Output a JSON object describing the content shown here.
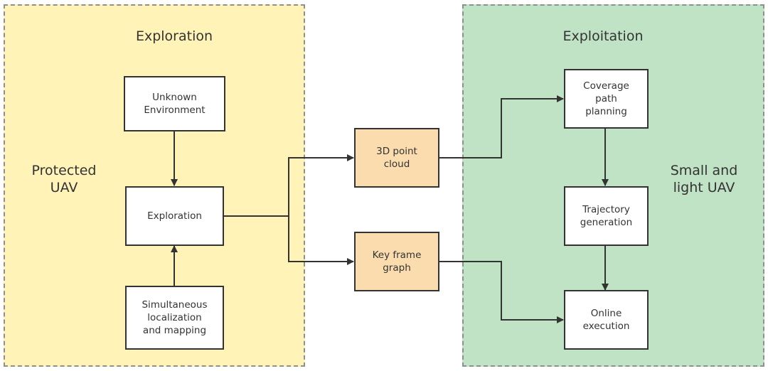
{
  "regions": {
    "left": {
      "title": "Exploration",
      "side_label": "Protected\nUAV",
      "fill": "#fff3b8"
    },
    "right": {
      "title": "Exploitation",
      "side_label": "Small and\nlight UAV",
      "fill": "#bfe3c4"
    }
  },
  "nodes": {
    "unknown_environment": "Unknown\nEnvironment",
    "exploration": "Exploration",
    "slam": "Simultaneous\nlocalization\nand mapping",
    "point_cloud": "3D point\ncloud",
    "key_frame_graph": "Key frame\ngraph",
    "coverage_path_planning": "Coverage\npath\nplanning",
    "trajectory_generation": "Trajectory\ngeneration",
    "online_execution": "Online\nexecution"
  },
  "colors": {
    "intermediate_node": "#fbdcae",
    "edge": "#333333"
  },
  "edges": [
    {
      "from": "unknown_environment",
      "to": "exploration"
    },
    {
      "from": "slam",
      "to": "exploration"
    },
    {
      "from": "exploration",
      "to": "point_cloud"
    },
    {
      "from": "exploration",
      "to": "key_frame_graph"
    },
    {
      "from": "point_cloud",
      "to": "coverage_path_planning"
    },
    {
      "from": "key_frame_graph",
      "to": "online_execution"
    },
    {
      "from": "coverage_path_planning",
      "to": "trajectory_generation"
    },
    {
      "from": "trajectory_generation",
      "to": "online_execution"
    }
  ]
}
